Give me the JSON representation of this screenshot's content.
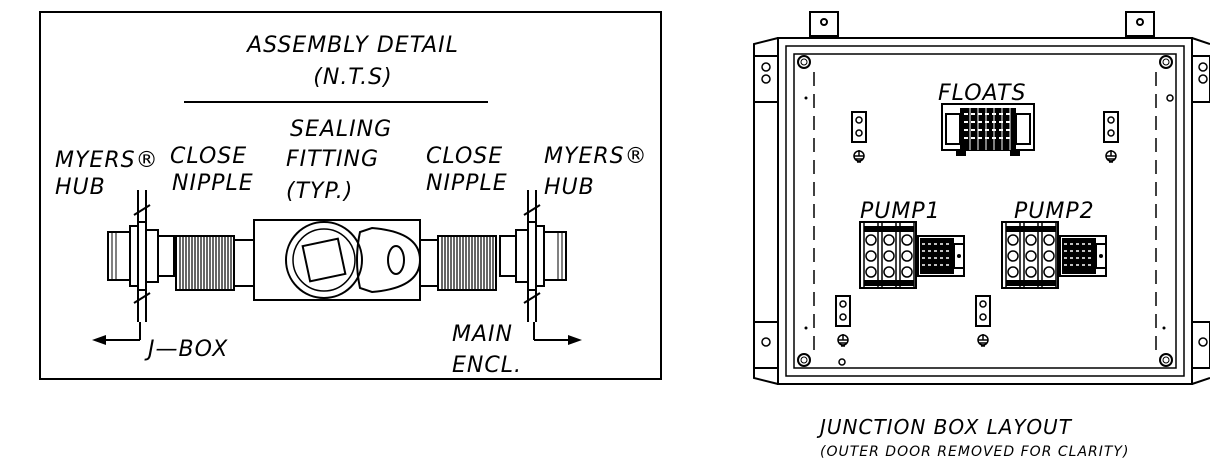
{
  "assembly": {
    "title": "ASSEMBLY DETAIL",
    "scale": "(N.T.S)",
    "hub_left": [
      "MYERS®",
      "HUB"
    ],
    "close_nipple_left": [
      "CLOSE",
      "NIPPLE"
    ],
    "sealing_fitting": [
      "SEALING",
      "FITTING",
      "(TYP.)"
    ],
    "close_nipple_right": [
      "CLOSE",
      "NIPPLE"
    ],
    "hub_right": [
      "MYERS®",
      "HUB"
    ],
    "jbox": "J—BOX",
    "main_encl": [
      "MAIN",
      "ENCL."
    ]
  },
  "junction": {
    "floats": "FLOATS",
    "pump1": "PUMP1",
    "pump2": "PUMP2",
    "caption": "JUNCTION BOX LAYOUT",
    "caption_sub": "(OUTER DOOR REMOVED FOR CLARITY)"
  }
}
